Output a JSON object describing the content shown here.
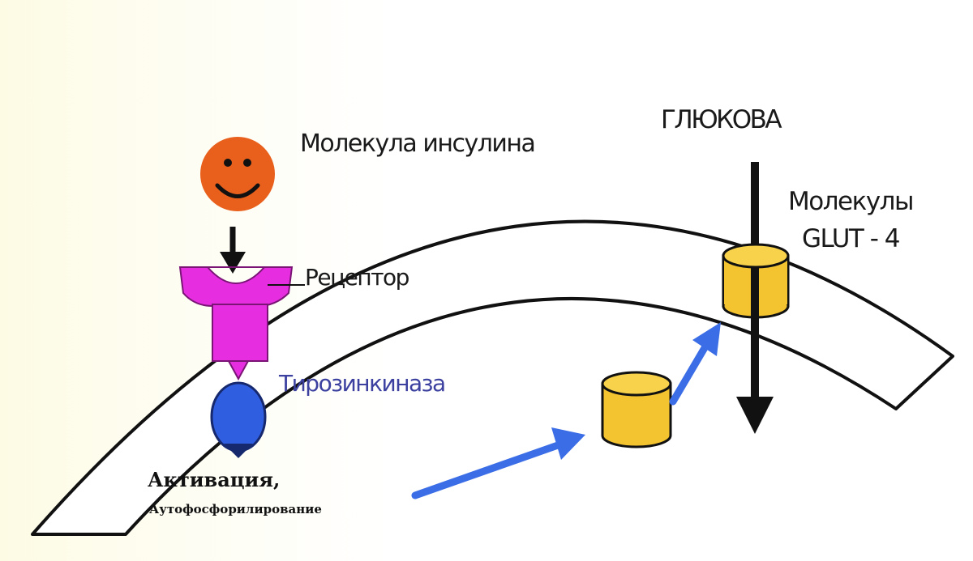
{
  "labels": {
    "insulin_molecule": "Молекула инсулина",
    "glucose": "ГЛЮКОВА",
    "glut_line1": "Молекулы",
    "glut_line2": "GLUT - 4",
    "receptor": "Рецептор",
    "tyrosine_kinase": "Тирозинкиназа",
    "activation": "Активация,",
    "autophosphorylation": "Аутофосфорилирование"
  },
  "colors": {
    "insulin": "#e8601c",
    "receptor": "#e62ee0",
    "tyrosine_kinase": "#2f5fe0",
    "glut4": "#f4c430",
    "flow_arrow": "#3b6ee6",
    "membrane": "#111111",
    "kinase_label": "#3c41a0"
  },
  "icons": {
    "insulin": "smiley-face-icon",
    "glut4": "cylinder-icon",
    "arrows": "arrow-icon"
  }
}
